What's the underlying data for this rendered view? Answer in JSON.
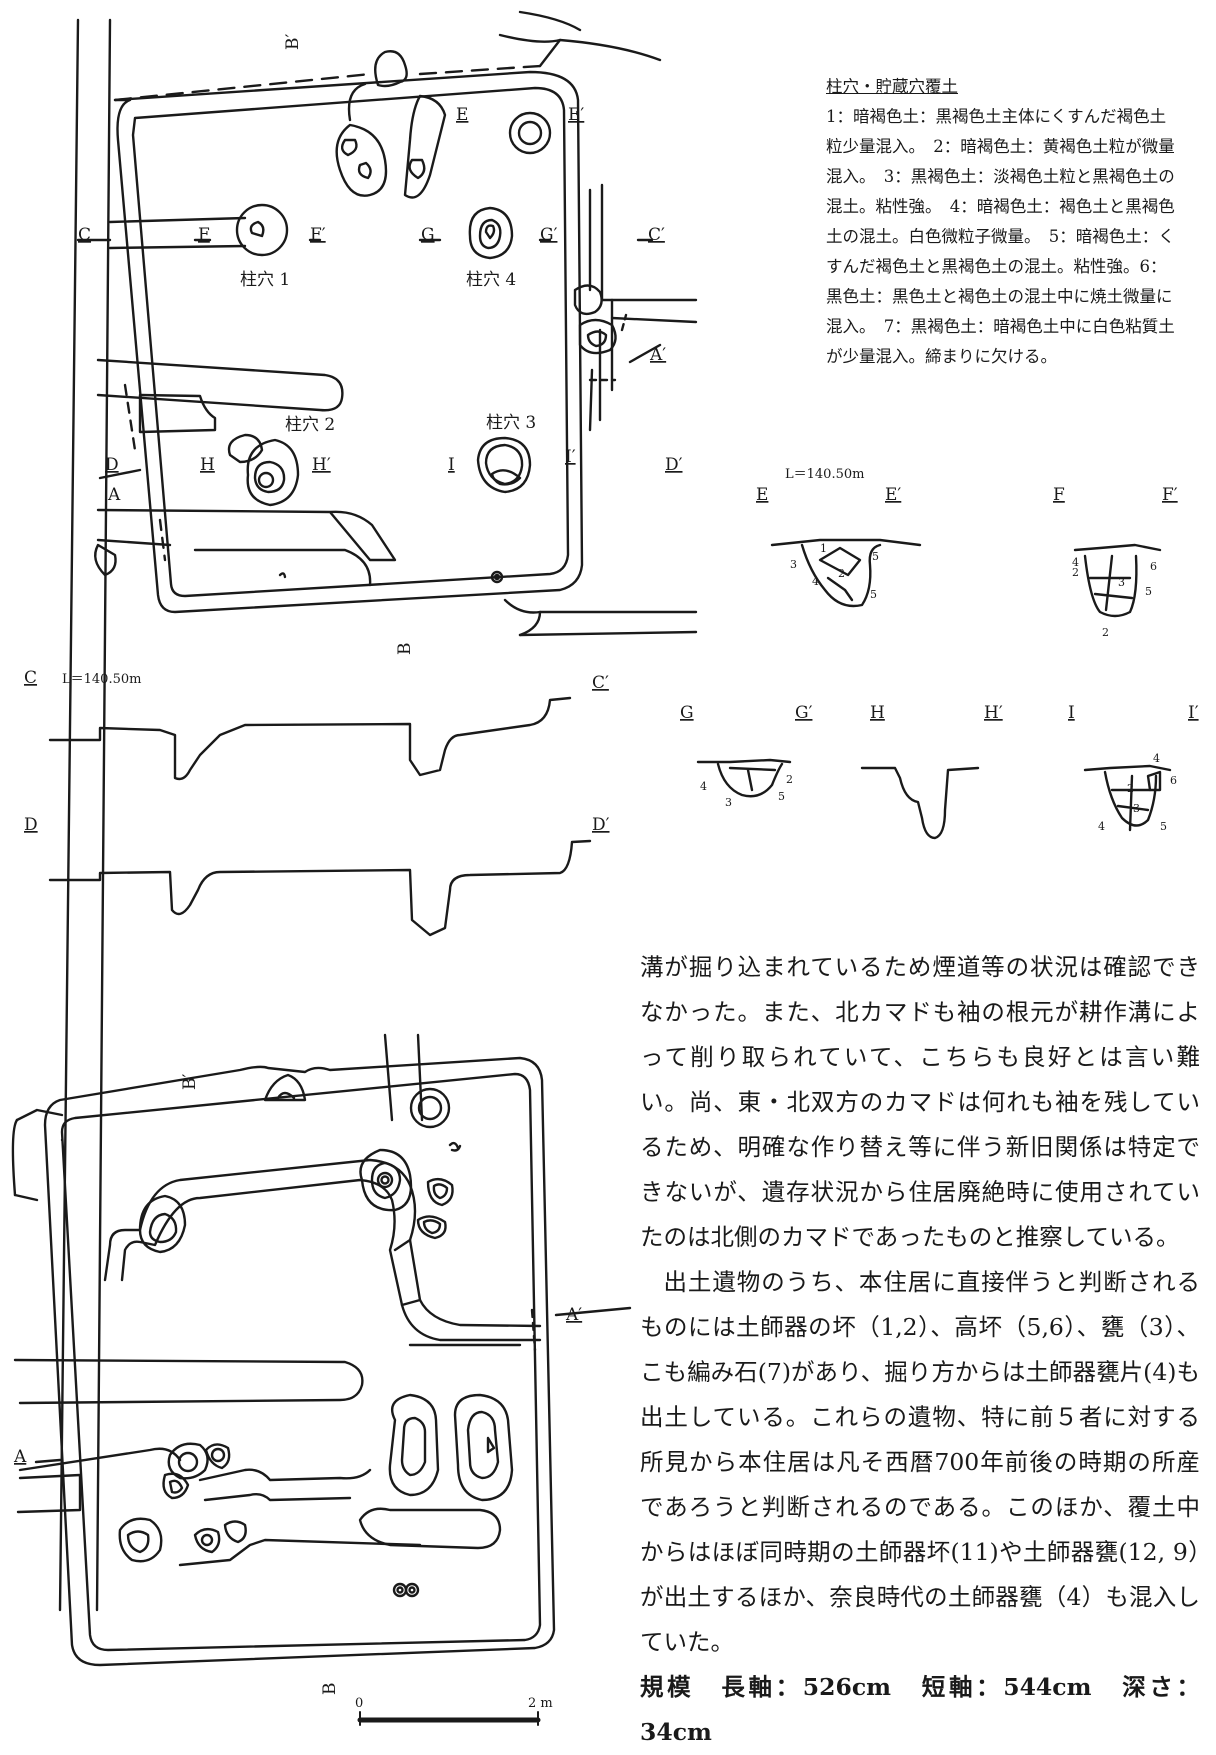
{
  "legend": {
    "title": "柱穴・貯蔵穴覆土",
    "body": "1：暗褐色土：黒褐色土主体にくすんだ褐色土粒少量混入。　2：暗褐色土：黄褐色土粒が微量混入。　3：黒褐色土：淡褐色土粒と黒褐色土の混土。粘性強。　4：暗褐色土：褐色土と黒褐色土の混土。白色微粒子微量。　5：暗褐色土：くすんだ褐色土と黒褐色土の混土。粘性強。6：黒色土：黒色土と褐色土の混土中に焼土微量に混入。　7：黒褐色土：暗褐色土中に白色粘質土が少量混入。締まりに欠ける。"
  },
  "plan_labels": {
    "B_top": "B′",
    "B_bottom": "B",
    "E": "E",
    "E_prime": "E′",
    "C": "C",
    "C_prime": "C′",
    "F": "F",
    "F_prime": "F′",
    "G": "G",
    "G_prime": "G′",
    "A_prime": "A′",
    "D": "D",
    "A": "A",
    "D_prime": "D′",
    "H": "H",
    "H_prime": "H′",
    "I": "I",
    "I_prime": "I′",
    "post1": "柱穴 1",
    "post2": "柱穴 2",
    "post3": "柱穴 3",
    "post4": "柱穴 4"
  },
  "sections": {
    "C": "C",
    "C_prime": "C′",
    "D": "D",
    "D_prime": "D′",
    "E": "E",
    "E_prime": "E′",
    "F": "F",
    "F_prime": "F′",
    "G": "G",
    "G_prime": "G′",
    "H": "H",
    "H_prime": "H′",
    "I": "I",
    "I_prime": "I′",
    "level": "L＝140.50m"
  },
  "plan2_labels": {
    "B_top": "B′",
    "B_bottom": "B",
    "A": "A",
    "A_prime": "A′"
  },
  "scale": {
    "zero": "0",
    "two": "2 m"
  },
  "body_text": {
    "p1": "溝が掘り込まれているため煙道等の状況は確認できなかった。また、北カマドも袖の根元が耕作溝によって削り取られていて、こちらも良好とは言い難い。尚、東・北双方のカマドは何れも袖を残しているため、明確な作り替え等に伴う新旧関係は特定できないが、遺存状況から住居廃絶時に使用されていたのは北側のカマドであったものと推察している。",
    "p2": "出土遺物のうち、本住居に直接伴うと判断されるものには土師器の坏（1,2）、高坏（5,6）、甕（3）、こも編み石(7)があり、掘り方からは土師器甕片(4)も出土している。これらの遺物、特に前５者に対する所見から本住居は凡そ西暦700年前後の時期の所産であろうと判断されるのである。このほか、覆土中からはほぼ同時期の土師器坏(11)や土師器甕(12, 9）が出土するほか、奈良時代の土師器甕（4）も混入していた。",
    "p3": "規模　長軸：526cm　短軸：544cm　深さ：34cm"
  }
}
